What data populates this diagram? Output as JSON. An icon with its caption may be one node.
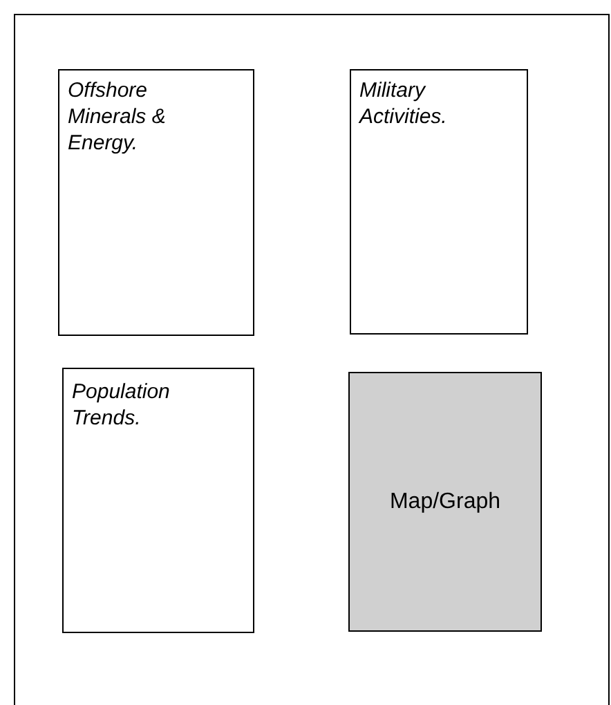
{
  "diagram": {
    "nodes": [
      {
        "text": [],
        "shape": "box"
      },
      {
        "text": [
          "Offshore Minerals & Energy."
        ],
        "in": 0
      },
      {
        "text": [
          "Military Activities."
        ],
        "in": 0
      },
      {
        "text": [
          "Population Trends."
        ],
        "in": 0
      },
      {
        "text": [
          "Map/Graph"
        ],
        "in": 0
      }
    ]
  }
}
